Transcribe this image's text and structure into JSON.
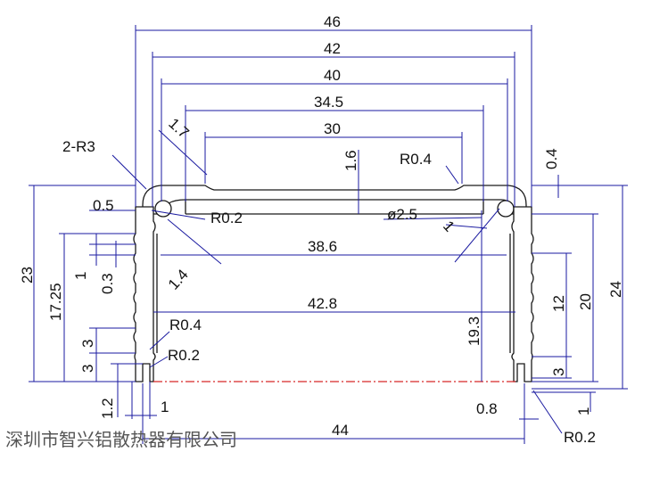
{
  "drawing": {
    "company": "深圳市智兴铝散热器有限公司",
    "colors": {
      "dimension": "#1a1aa0",
      "profile": "#1a1a1a",
      "centerline": "#d62828",
      "company": "#555555"
    },
    "labels": {
      "w46": "46",
      "w42": "42",
      "w40": "40",
      "w345": "34.5",
      "w30": "30",
      "w386": "38.6",
      "w428": "42.8",
      "w44": "44",
      "h23": "23",
      "h1725": "17.25",
      "h24": "24",
      "h20": "20",
      "h12": "12",
      "h193": "19.3",
      "h16": "1.6",
      "h04": "0.4",
      "r3": "2-R3",
      "t05": "0.5",
      "r02a": "R0.2",
      "r04a": "R0.4",
      "dia": "ø2.5",
      "s17": "1.7",
      "s14": "1.4",
      "s1a": "1",
      "s1b": "1",
      "s03": "0.3",
      "s3a": "3",
      "s3b": "3",
      "s3c": "3",
      "r04b": "R0.4",
      "r02b": "R0.2",
      "s12": "1.2",
      "s1c": "1",
      "s08": "0.8",
      "s1d": "1",
      "r02c": "R0.2"
    }
  }
}
